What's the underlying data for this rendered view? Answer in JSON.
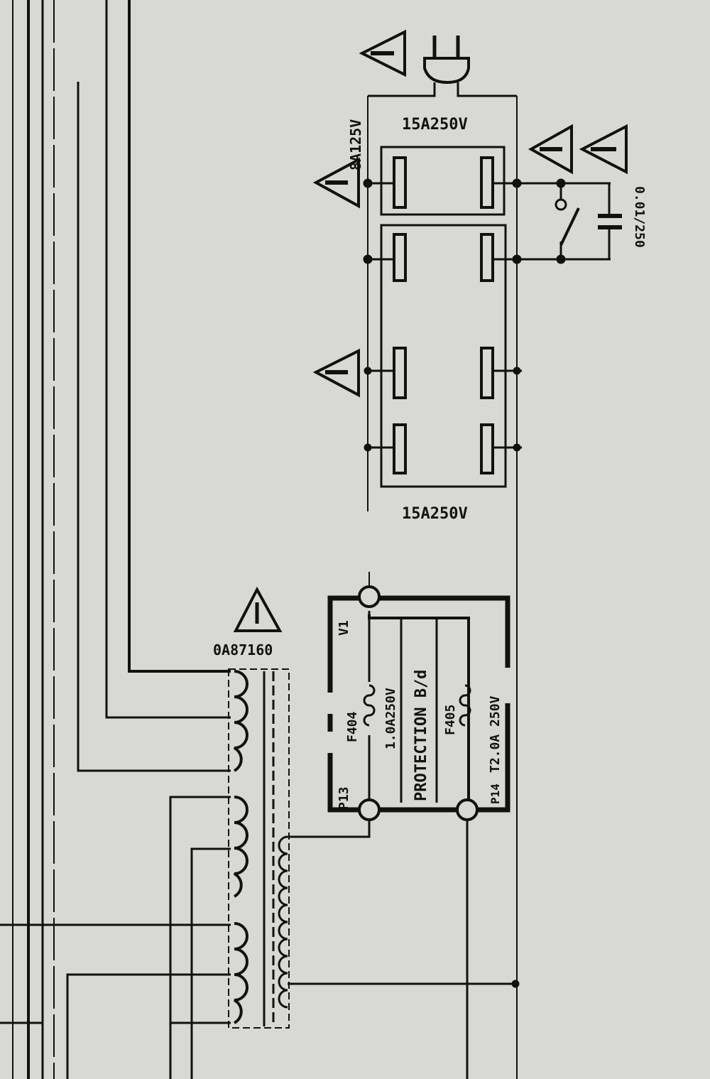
{
  "labels": {
    "inlet_fuse_rating": "8A125V",
    "top_connector_rating": "15A250V",
    "bottom_connector_rating": "15A250V",
    "capacitor_rating": "0.01/250",
    "transformer_part": "0A87160",
    "protection_board": "PROTECTION B/d",
    "fuse_f404": "F404",
    "fuse_f404_rating": "1.0A250V",
    "fuse_f405": "F405",
    "fuse_f405_rating": "T2.0A 250V",
    "terminal_p13": "P13",
    "terminal_p14": "P14",
    "terminal_v1": "V1",
    "warning_mark": "!"
  },
  "colors": {
    "ink": "#111111",
    "paper": "#d8d8d4"
  }
}
